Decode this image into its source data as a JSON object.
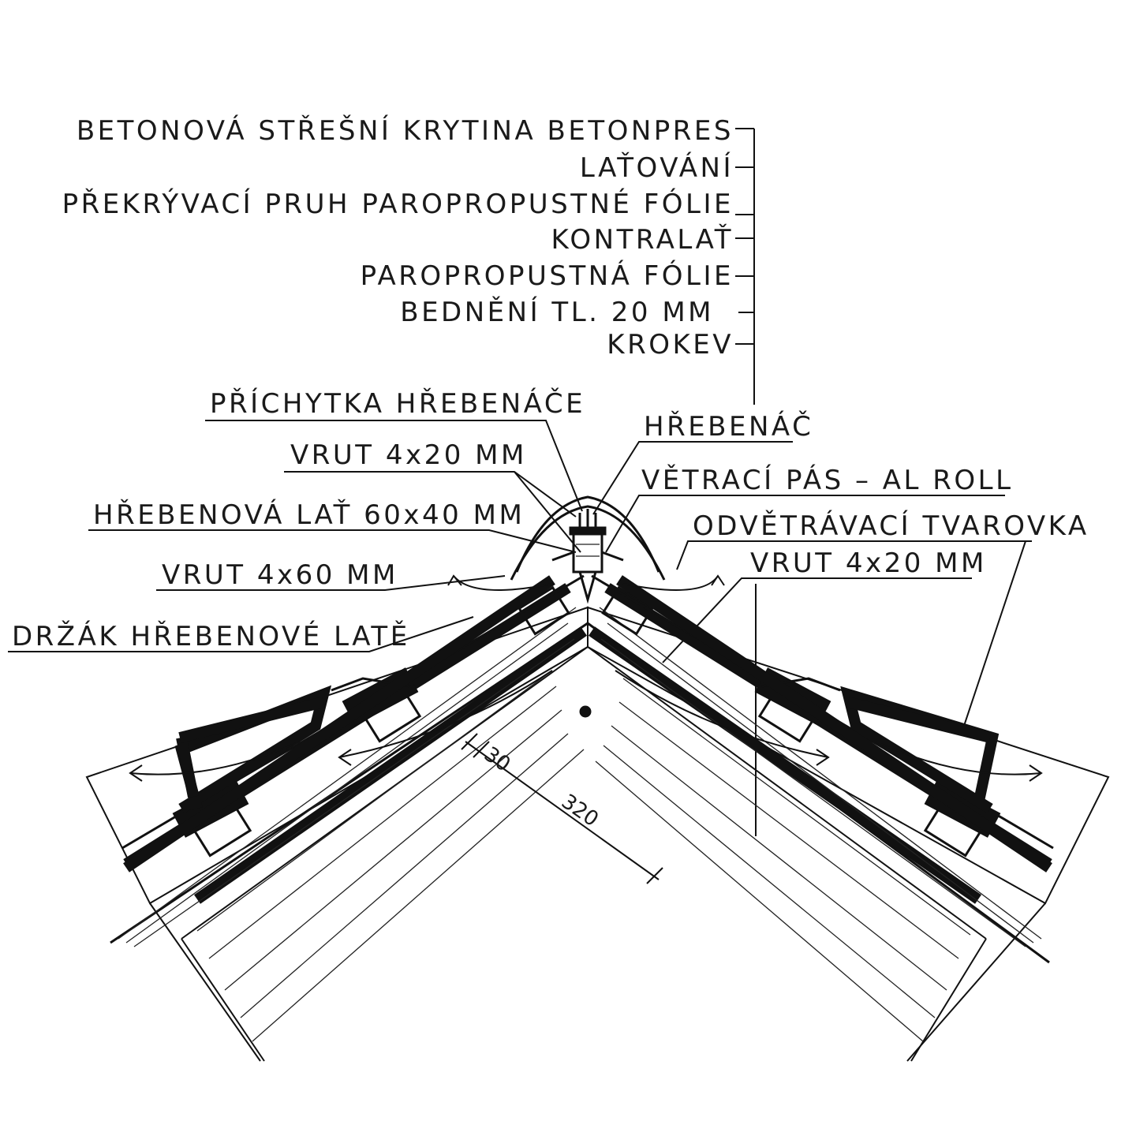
{
  "layer_labels": [
    "BETONOVÁ STŘEŠNÍ KRYTINA BETONPRES",
    "LAŤOVÁNÍ",
    "PŘEKRÝVACÍ PRUH PAROPROPUSTNÉ FÓLIE",
    "KONTRALAŤ",
    "PAROPROPUSTNÁ FÓLIE",
    "BEDNĚNÍ TL. 20 MM",
    "KROKEV"
  ],
  "callouts": {
    "prichytka": "PŘÍCHYTKA HŘEBENÁČE",
    "vrut_left_20": "VRUT 4x20 MM",
    "hrebenova_lat": "HŘEBENOVÁ LAŤ 60x40 MM",
    "vrut_60": "VRUT 4x60 MM",
    "drzak": "DRŽÁK HŘEBENOVÉ LATĚ",
    "hrebenac": "HŘEBENÁČ",
    "vetraci_pas": "VĚTRACÍ PÁS – AL ROLL",
    "odvetravaci": "ODVĚTRÁVACÍ TVAROVKA",
    "vrut_right_20": "VRUT 4x20 MM"
  },
  "dimensions": {
    "small": "30",
    "large": "320"
  }
}
